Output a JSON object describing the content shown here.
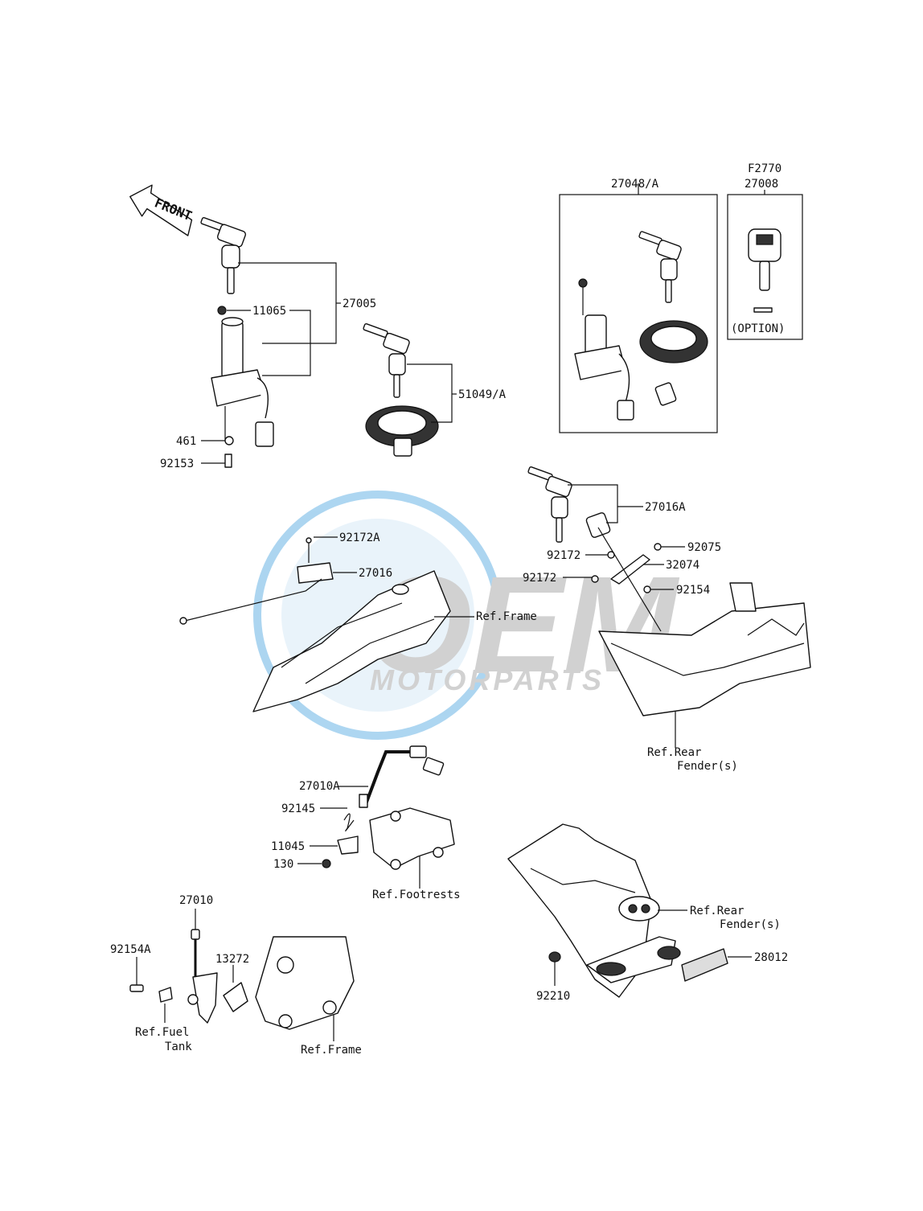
{
  "front_arrow_label": "FRONT",
  "watermark": {
    "logo_text": "OEM",
    "tagline": "MOTORPARTS",
    "color_circle": "#4aa3df",
    "color_text": "#9a9a9a"
  },
  "callouts": {
    "p27005": "27005",
    "p11065": "11065",
    "p461": "461",
    "p92153": "92153",
    "p51049A": "51049/A",
    "p27048A": "27048/A",
    "pF2770": "F2770",
    "p27008": "27008",
    "option": "(OPTION)",
    "p27016A": "27016A",
    "p92075": "92075",
    "p92172_a": "92172",
    "p32074": "32074",
    "p92172_b": "92172",
    "p92154": "92154",
    "p92172A": "92172A",
    "p27016": "27016",
    "ref_frame_1": "Ref.Frame",
    "ref_rear_fender_1_l1": "Ref.Rear",
    "ref_rear_fender_1_l2": "Fender(s)",
    "p27010A": "27010A",
    "p92145": "92145",
    "p11045": "11045",
    "p130": "130",
    "ref_footrests": "Ref.Footrests",
    "p27010": "27010",
    "p92154A": "92154A",
    "p13272": "13272",
    "ref_fuel_tank_l1": "Ref.Fuel",
    "ref_fuel_tank_l2": "Tank",
    "ref_frame_2": "Ref.Frame",
    "ref_rear_fender_2_l1": "Ref.Rear",
    "ref_rear_fender_2_l2": "Fender(s)",
    "p28012": "28012",
    "p92210": "92210"
  }
}
